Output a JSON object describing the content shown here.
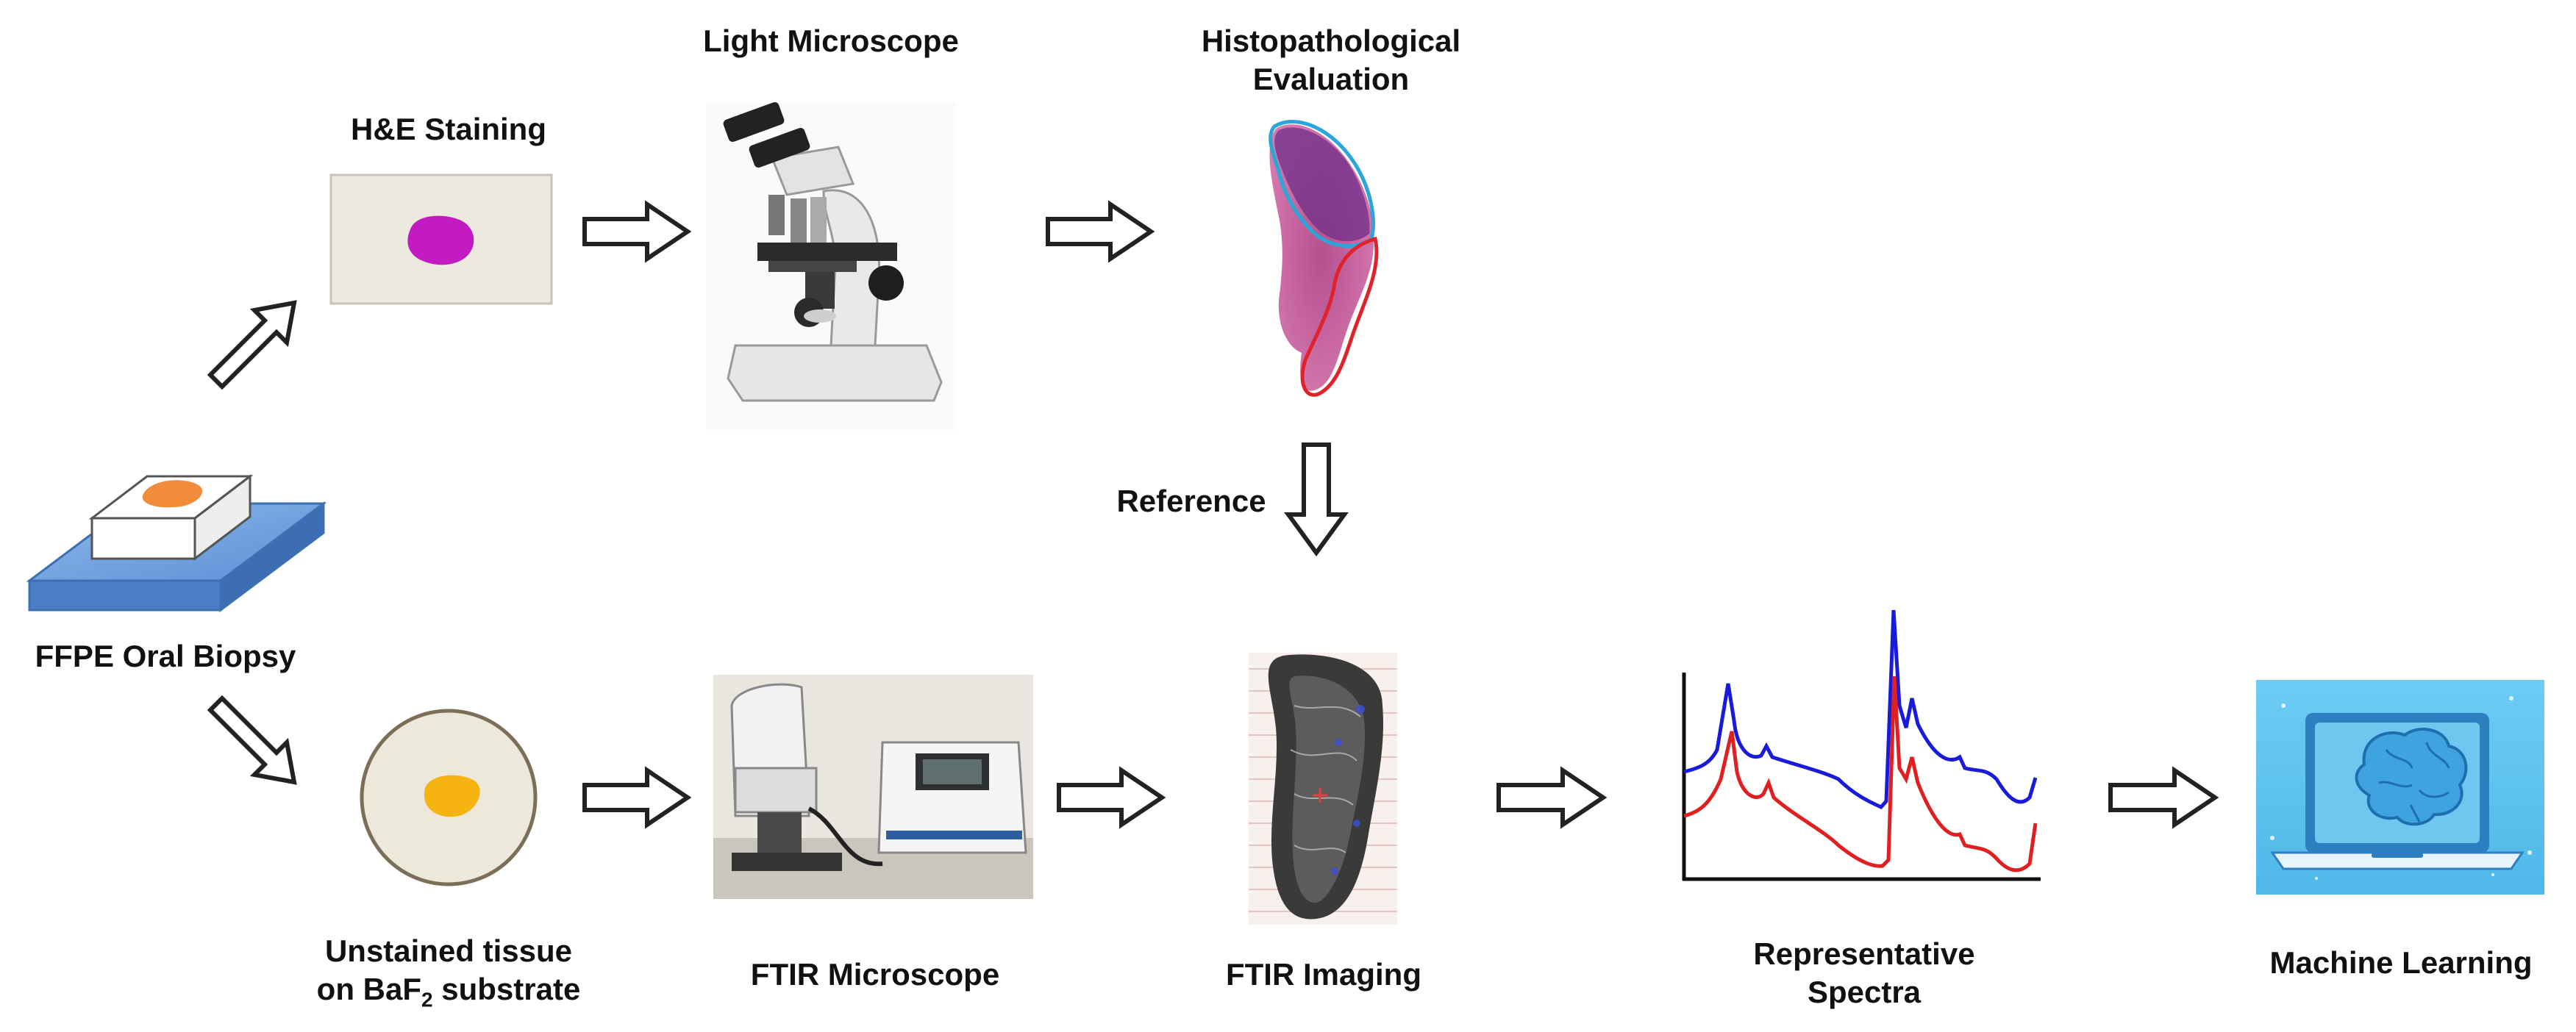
{
  "labels": {
    "he_staining": "H&E Staining",
    "light_microscope": "Light Microscope",
    "histopath_line1": "Histopathological",
    "histopath_line2": "Evaluation",
    "reference": "Reference",
    "ffpe_biopsy": "FFPE Oral Biopsy",
    "unstained_line1": "Unstained tissue",
    "unstained_line2_prefix": "on BaF",
    "unstained_line2_sub": "2",
    "unstained_line2_suffix": " substrate",
    "ftir_microscope": "FTIR Microscope",
    "ftir_imaging": "FTIR Imaging",
    "spectra_line1": "Representative",
    "spectra_line2": "Spectra",
    "machine_learning": "Machine Learning"
  },
  "colors": {
    "he_tissue": "#c21bc2",
    "biopsy_tissue": "#f08c3a",
    "unstained_tissue": "#f5b40f",
    "spectrum_top": "#1a1adb",
    "spectrum_bottom": "#e02020",
    "roi_top": "#2aa6d8",
    "roi_bottom": "#e0232a",
    "ml_background": "#5cc2ee"
  },
  "icons": [
    "arrow-icon",
    "microscope-icon",
    "brain-icon",
    "laptop-icon"
  ]
}
